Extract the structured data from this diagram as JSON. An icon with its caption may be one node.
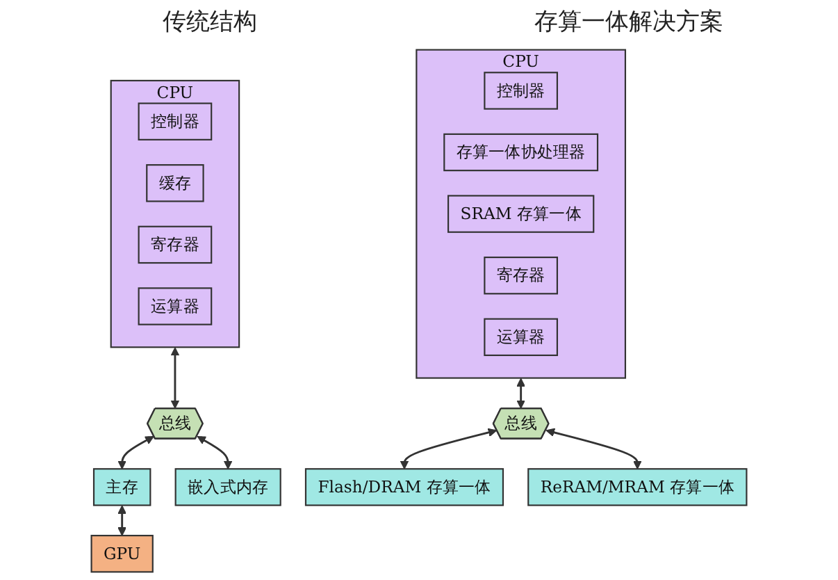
{
  "diagram": {
    "nodes": [
      {
        "text": [
          "CPU"
        ]
      },
      {
        "text": [
          "控制器"
        ],
        "in": 0
      },
      {
        "text": [
          "缓存"
        ],
        "in": 0
      },
      {
        "text": [
          "寄存器"
        ],
        "in": 0
      },
      {
        "text": [
          "运算器"
        ],
        "in": 0
      },
      {
        "text": [
          "总线"
        ]
      },
      {
        "text": [
          "主存"
        ]
      },
      {
        "text": [
          "嵌入式内存"
        ]
      },
      {
        "text": [
          "GPU"
        ]
      },
      {
        "text": [
          "CPU"
        ]
      },
      {
        "text": [
          "控制器"
        ],
        "in": 9
      },
      {
        "text": [
          "存算一体协处理器"
        ],
        "in": 9
      },
      {
        "text": [
          "SRAM 存算一体"
        ],
        "in": 9
      },
      {
        "text": [
          "寄存器"
        ],
        "in": 9
      },
      {
        "text": [
          "运算器"
        ],
        "in": 9
      },
      {
        "text": [
          "总线"
        ]
      },
      {
        "text": [
          "Flash/DRAM 存算一体"
        ]
      },
      {
        "text": [
          "ReRAM/MRAM 存算一体"
        ]
      }
    ],
    "edges": [
      {
        "from": 0,
        "to": 5,
        "arrow": "both"
      },
      {
        "from": 5,
        "to": 6,
        "arrow": "both"
      },
      {
        "from": 5,
        "to": 7,
        "arrow": "both"
      },
      {
        "from": 6,
        "to": 8,
        "arrow": "both"
      },
      {
        "from": 9,
        "to": 15,
        "arrow": "both"
      },
      {
        "from": 15,
        "to": 16,
        "arrow": "both"
      },
      {
        "from": 15,
        "to": 17,
        "arrow": "both"
      }
    ],
    "labels": [
      "传统结构",
      "存算一体解决方案"
    ]
  }
}
